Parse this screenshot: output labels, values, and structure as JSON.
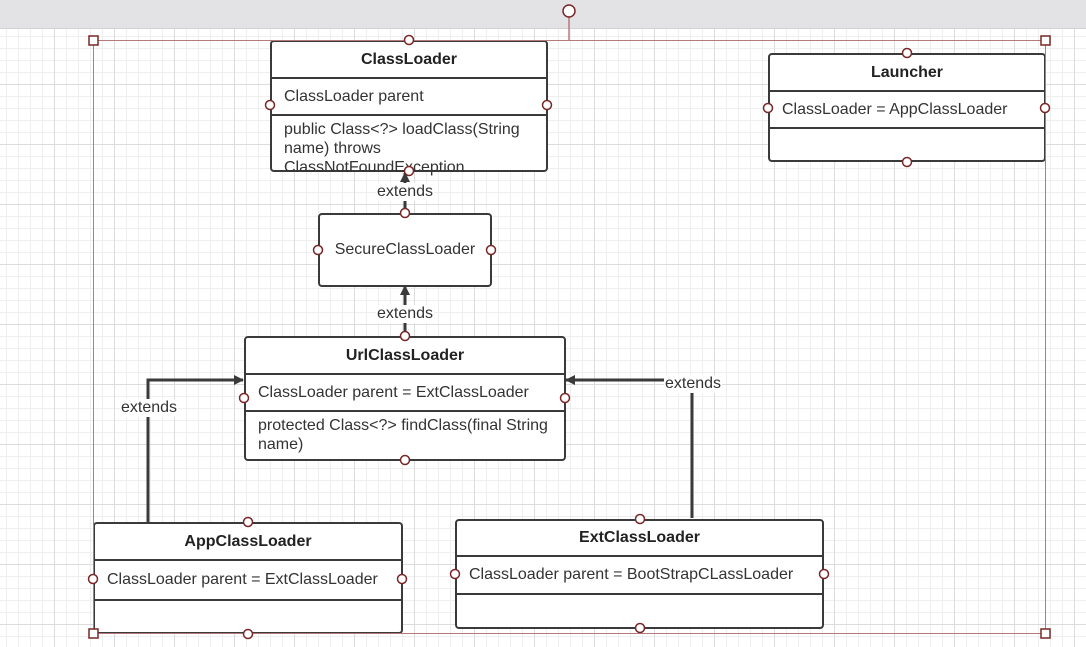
{
  "classes": {
    "classloader": {
      "name": "ClassLoader",
      "field": "ClassLoader  parent",
      "method": "public Class<?> loadClass(String name) throws ClassNotFoundException"
    },
    "launcher": {
      "name": "Launcher",
      "field": "ClassLoader =  AppClassLoader"
    },
    "secureclassloader": {
      "name": "SecureClassLoader"
    },
    "urlclassloader": {
      "name": "UrlClassLoader",
      "field": "ClassLoader  parent = ExtClassLoader",
      "method": "protected Class<?> findClass(final String name)"
    },
    "appclassloader": {
      "name": "AppClassLoader",
      "field": "ClassLoader  parent = ExtClassLoader"
    },
    "extclassloader": {
      "name": "ExtClassLoader",
      "field": "ClassLoader  parent = BootStrapCLassLoader"
    }
  },
  "edges": [
    {
      "from": "SecureClassLoader",
      "to": "ClassLoader",
      "label": "extends"
    },
    {
      "from": "UrlClassLoader",
      "to": "SecureClassLoader",
      "label": "extends"
    },
    {
      "from": "AppClassLoader",
      "to": "UrlClassLoader",
      "label": "extends"
    },
    {
      "from": "ExtClassLoader",
      "to": "UrlClassLoader",
      "label": "extends"
    }
  ],
  "colors": {
    "border": "#3a3a3a",
    "selection": "#b57a7a",
    "handle": "#7a2626"
  }
}
